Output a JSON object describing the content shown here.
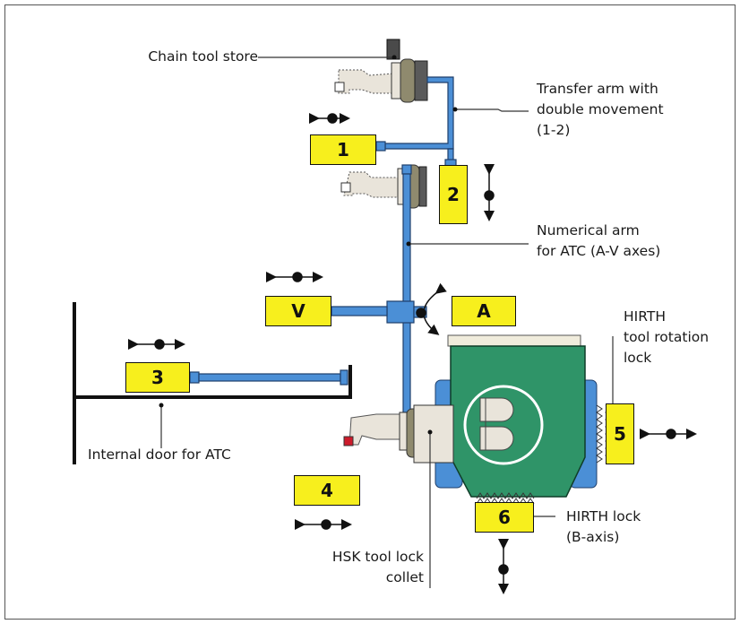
{
  "labels": {
    "chain_store": "Chain tool store",
    "transfer_arm": [
      "Transfer arm with",
      "double movement",
      "(1-2)"
    ],
    "numerical_arm": [
      "Numerical arm",
      "for ATC (A-V axes)"
    ],
    "hirth_rotation": [
      "HIRTH",
      "tool rotation",
      "lock"
    ],
    "internal_door": "Internal door for ATC",
    "hirth_lock": [
      "HIRTH lock",
      "(B-axis)"
    ],
    "hsk_collet": [
      "HSK tool lock",
      "collet"
    ]
  },
  "boxes": {
    "b1": "1",
    "b2": "2",
    "v": "V",
    "a": "A",
    "b3": "3",
    "b4": "4",
    "b5": "5",
    "b6": "6"
  },
  "colors": {
    "box_fill": "#f7ef1d",
    "arm_blue": "#4b8fd6",
    "spindle_green": "#2f9468",
    "tool_gray": "#e9e4da",
    "collet_brown": "#8f8a6e",
    "red_tip": "#cc1b2b"
  }
}
